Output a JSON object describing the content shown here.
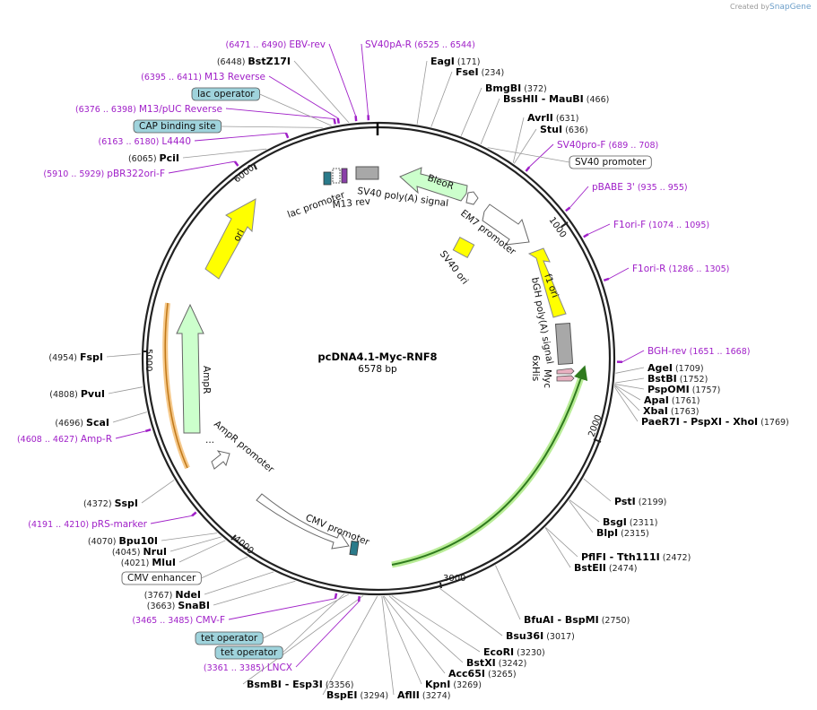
{
  "brand": {
    "created_by": "Created by",
    "name": "SnapGene"
  },
  "plasmid": {
    "name": "pcDNA4.1-Myc-RNF8",
    "size": "6578 bp",
    "length": 6578
  },
  "colors": {
    "primer": "#a020c8",
    "feature_box": "#9fd3dc",
    "ori": "#ffff00",
    "ampr": "#ccffcc",
    "orf_highlight": "#9be07a",
    "orf_line": "#2f7a1e"
  },
  "enzymes": [
    {
      "name": "BstZ17I",
      "pos": "(6448)",
      "at": 6448
    },
    {
      "name": "EagI",
      "pos": "(171)",
      "at": 171
    },
    {
      "name": "FseI",
      "pos": "(234)",
      "at": 234
    },
    {
      "name": "BmgBI",
      "pos": "(372)",
      "at": 372
    },
    {
      "name": "BssHII",
      "suffix": "- MauBI",
      "pos": "(466)",
      "at": 466
    },
    {
      "name": "AvrII",
      "pos": "(631)",
      "at": 631
    },
    {
      "name": "StuI",
      "pos": "(636)",
      "at": 636
    },
    {
      "name": "AgeI",
      "pos": "(1709)",
      "at": 1709
    },
    {
      "name": "BstBI",
      "pos": "(1752)",
      "at": 1752
    },
    {
      "name": "PspOMI",
      "pos": "(1757)",
      "at": 1757
    },
    {
      "name": "ApaI",
      "pos": "(1761)",
      "at": 1761
    },
    {
      "name": "XbaI",
      "pos": "(1763)",
      "at": 1763
    },
    {
      "name": "PaeR7I",
      "suffix": "- PspXI - XhoI",
      "pos": "(1769)",
      "at": 1769
    },
    {
      "name": "PstI",
      "pos": "(2199)",
      "at": 2199
    },
    {
      "name": "BsgI",
      "pos": "(2311)",
      "at": 2311
    },
    {
      "name": "BlpI",
      "pos": "(2315)",
      "at": 2315
    },
    {
      "name": "PflFI",
      "suffix": "- Tth111I",
      "pos": "(2472)",
      "at": 2472
    },
    {
      "name": "BstEII",
      "pos": "(2474)",
      "at": 2474
    },
    {
      "name": "BfuAI",
      "suffix": "- BspMI",
      "pos": "(2750)",
      "at": 2750
    },
    {
      "name": "Bsu36I",
      "pos": "(3017)",
      "at": 3017
    },
    {
      "name": "EcoRI",
      "pos": "(3230)",
      "at": 3230
    },
    {
      "name": "BstXI",
      "pos": "(3242)",
      "at": 3242
    },
    {
      "name": "Acc65I",
      "pos": "(3265)",
      "at": 3265
    },
    {
      "name": "KpnI",
      "pos": "(3269)",
      "at": 3269
    },
    {
      "name": "AflII",
      "pos": "(3274)",
      "at": 3274
    },
    {
      "name": "BspEI",
      "pos": "(3294)",
      "at": 3294
    },
    {
      "name": "BsmBI",
      "suffix": "- Esp3I",
      "pos": "(3356)",
      "at": 3356
    },
    {
      "name": "SnaBI",
      "pos": "(3663)",
      "at": 3663
    },
    {
      "name": "NdeI",
      "pos": "(3767)",
      "at": 3767
    },
    {
      "name": "MluI",
      "pos": "(4021)",
      "at": 4021
    },
    {
      "name": "NruI",
      "pos": "(4045)",
      "at": 4045
    },
    {
      "name": "Bpu10I",
      "pos": "(4070)",
      "at": 4070
    },
    {
      "name": "SspI",
      "pos": "(4372)",
      "at": 4372
    },
    {
      "name": "ScaI",
      "pos": "(4696)",
      "at": 4696
    },
    {
      "name": "PvuI",
      "pos": "(4808)",
      "at": 4808
    },
    {
      "name": "FspI",
      "pos": "(4954)",
      "at": 4954
    },
    {
      "name": "PciI",
      "pos": "(6065)",
      "at": 6065
    }
  ],
  "primers": [
    {
      "name": "EBV-rev",
      "range": "(6471 .. 6490)",
      "at": 6480
    },
    {
      "name": "SV40pA-R",
      "range": "(6525 .. 6544)",
      "at": 6534
    },
    {
      "name": "M13 Reverse",
      "range": "(6395 .. 6411)",
      "at": 6403
    },
    {
      "name": "M13/pUC Reverse",
      "range": "(6376 .. 6398)",
      "at": 6387
    },
    {
      "name": "L4440",
      "range": "(6163 .. 6180)",
      "at": 6171
    },
    {
      "name": "pBR322ori-F",
      "range": "(5910 .. 5929)",
      "at": 5919
    },
    {
      "name": "SV40pro-F",
      "range": "(689 .. 708)",
      "at": 698
    },
    {
      "name": "pBABE 3'",
      "range": "(935 .. 955)",
      "at": 945
    },
    {
      "name": "F1ori-F",
      "range": "(1074 .. 1095)",
      "at": 1084
    },
    {
      "name": "F1ori-R",
      "range": "(1286 .. 1305)",
      "at": 1295
    },
    {
      "name": "BGH-rev",
      "range": "(1651 .. 1668)",
      "at": 1659
    },
    {
      "name": "Amp-R",
      "range": "(4608 .. 4627)",
      "at": 4617
    },
    {
      "name": "pRS-marker",
      "range": "(4191 .. 4210)",
      "at": 4200
    },
    {
      "name": "CMV-F",
      "range": "(3465 .. 3485)",
      "at": 3475
    },
    {
      "name": "LNCX",
      "range": "(3361 .. 3385)",
      "at": 3373
    }
  ],
  "boxed_features": [
    {
      "label": "lac operator",
      "at": 6370
    },
    {
      "label": "CAP binding site",
      "at": 6330
    },
    {
      "label": "SV40 promoter",
      "at": 500
    },
    {
      "label": "CMV enhancer",
      "at": 3900
    },
    {
      "label": "tet operator",
      "at": 3420
    },
    {
      "label": "tet operator",
      "at": 3440
    }
  ],
  "arc_features": [
    {
      "label": "BleoR"
    },
    {
      "label": "EM7 promoter"
    },
    {
      "label": "SV40 poly(A) signal"
    },
    {
      "label": "SV40 ori"
    },
    {
      "label": "M13 rev"
    },
    {
      "label": "lac promoter"
    },
    {
      "label": "ori"
    },
    {
      "label": "f1 ori"
    },
    {
      "label": "bGH poly(A) signal"
    },
    {
      "label": "Myc"
    },
    {
      "label": "6xHis"
    },
    {
      "label": "AmpR"
    },
    {
      "label": "AmpR promoter"
    },
    {
      "label": "CMV promoter"
    }
  ],
  "ticks": [
    {
      "label": "1000",
      "at": 1000
    },
    {
      "label": "2000",
      "at": 2000
    },
    {
      "label": "3000",
      "at": 3000
    },
    {
      "label": "4000",
      "at": 4000
    },
    {
      "label": "5000",
      "at": 5000
    },
    {
      "label": "6000",
      "at": 6000
    }
  ]
}
